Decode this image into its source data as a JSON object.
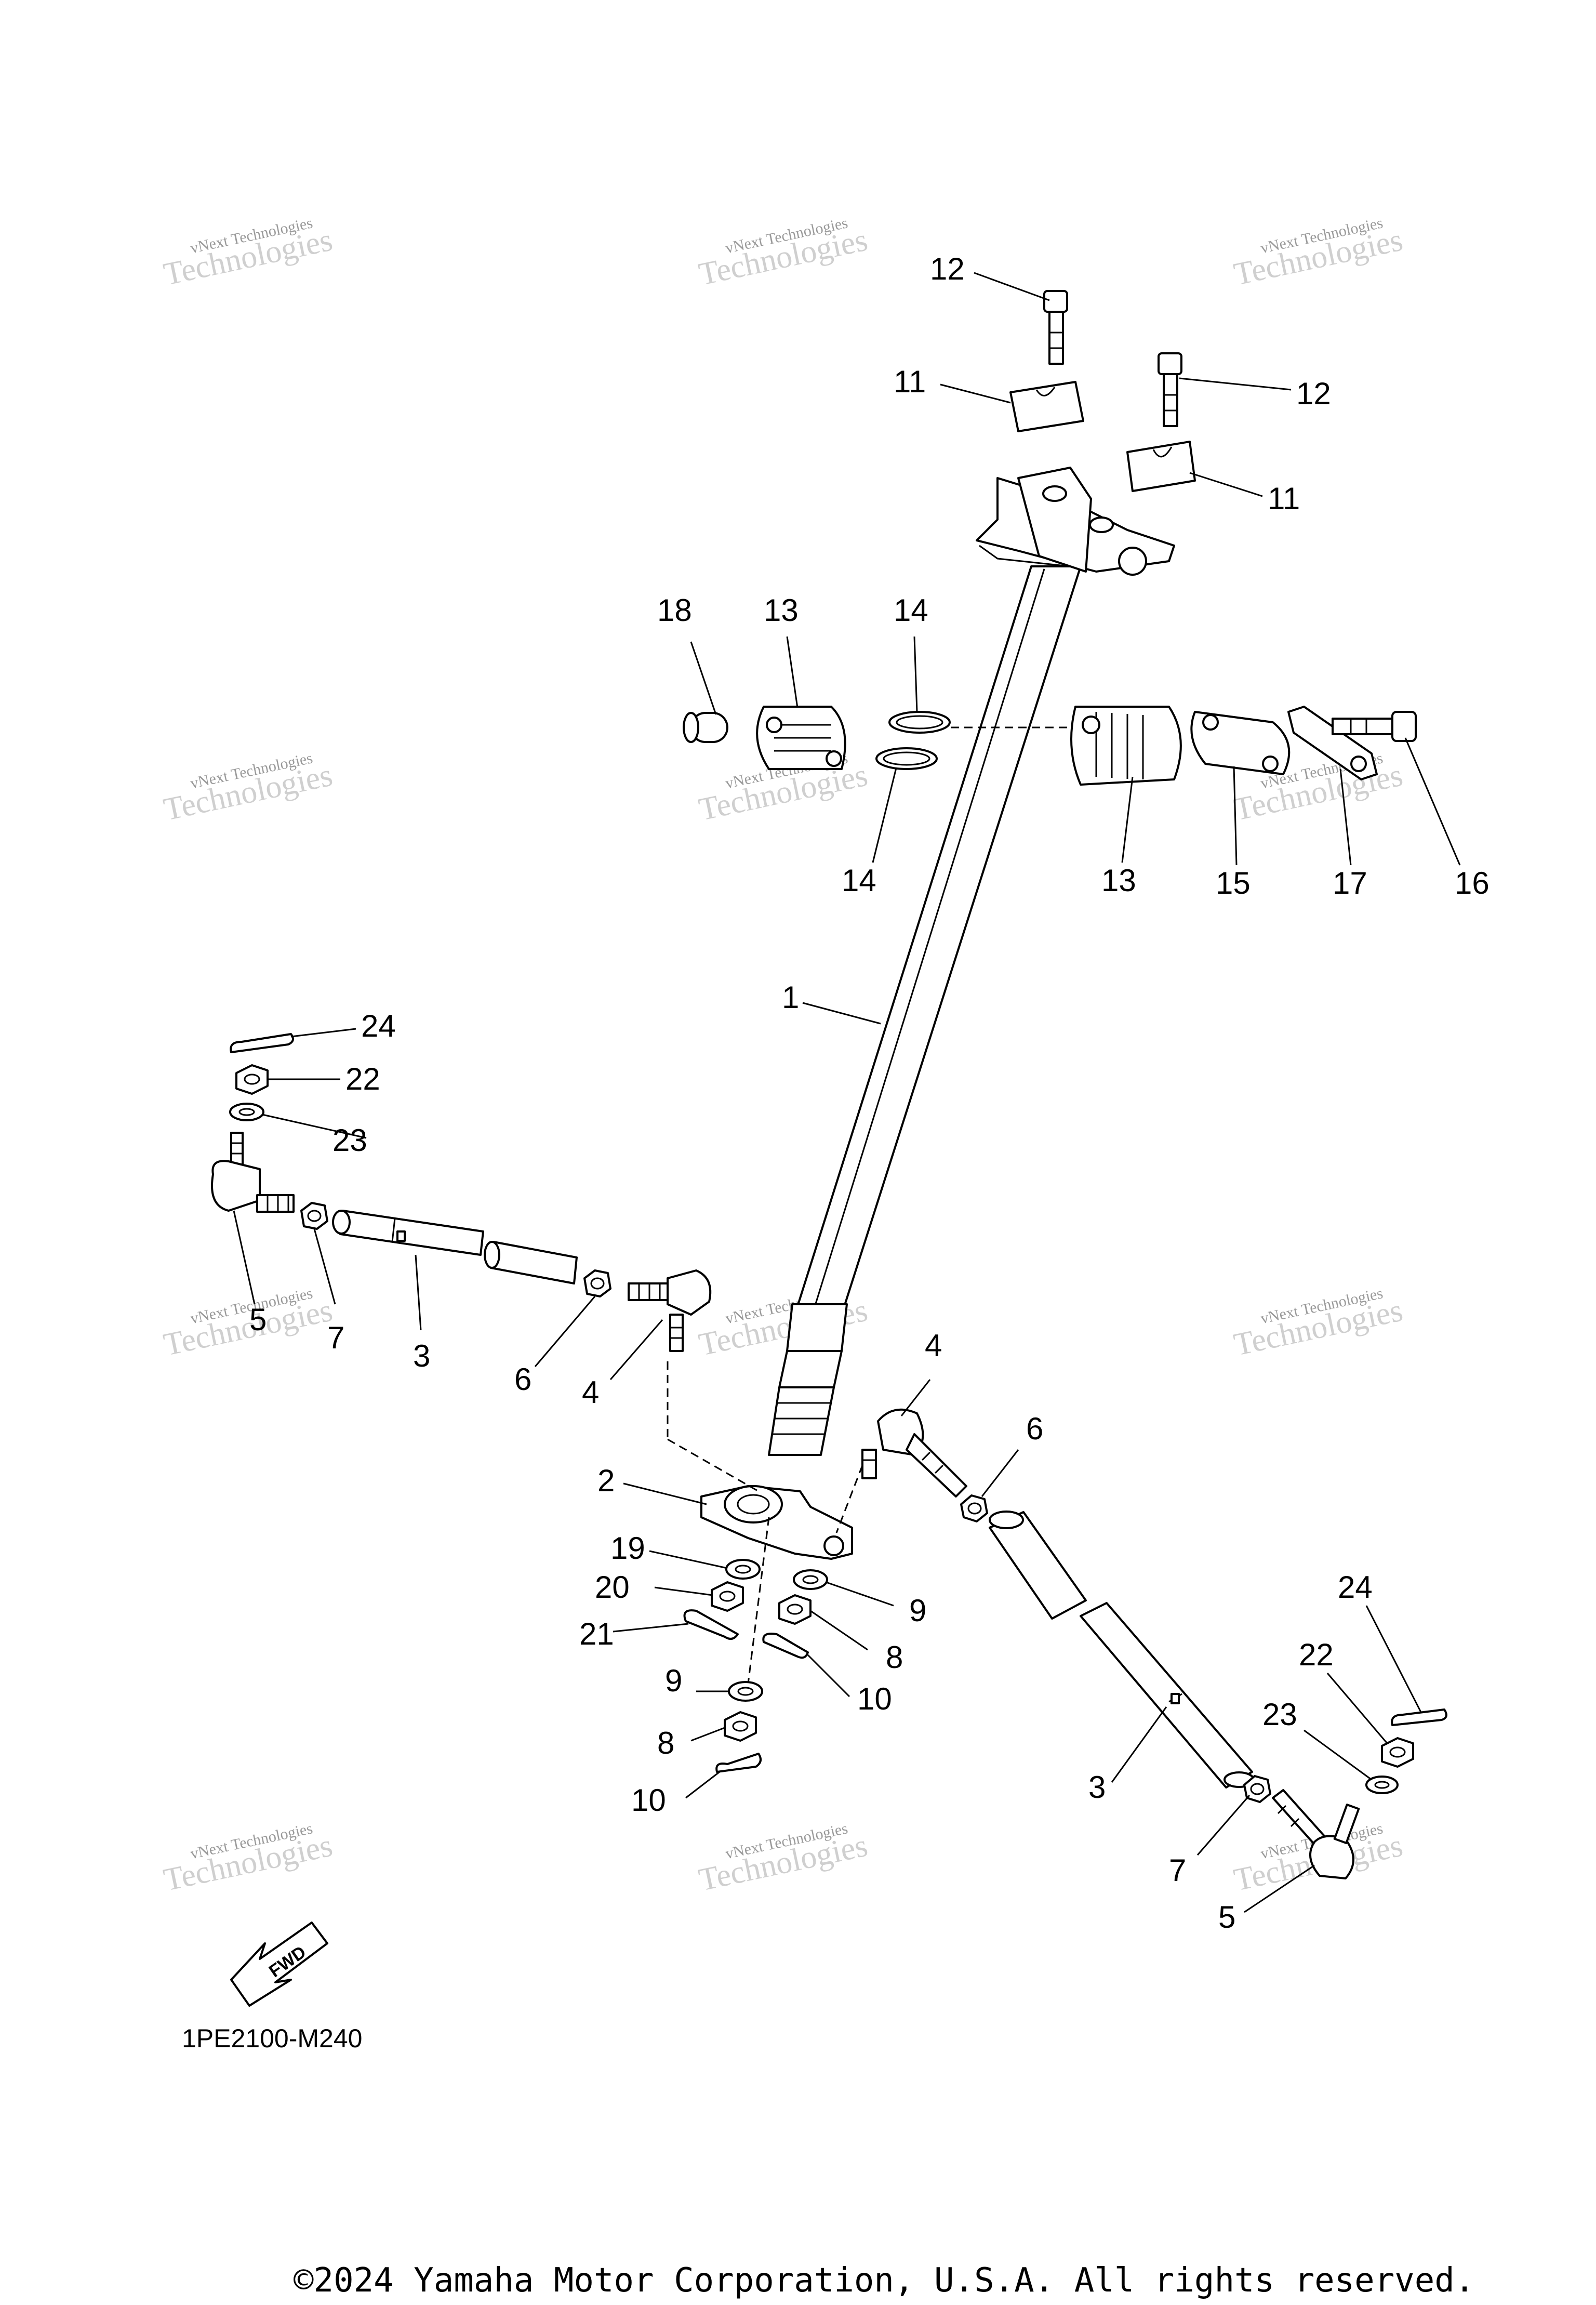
{
  "diagram": {
    "watermark": {
      "line1": "vNext Technologies",
      "line2": "Technologies"
    },
    "callouts": {
      "c1": "1",
      "c2": "2",
      "c3a": "3",
      "c3b": "3",
      "c4a": "4",
      "c4b": "4",
      "c5a": "5",
      "c5b": "5",
      "c6a": "6",
      "c6b": "6",
      "c7a": "7",
      "c7b": "7",
      "c8a": "8",
      "c8b": "8",
      "c9a": "9",
      "c9b": "9",
      "c10a": "10",
      "c10b": "10",
      "c11a": "11",
      "c11b": "11",
      "c12a": "12",
      "c12b": "12",
      "c13a": "13",
      "c13b": "13",
      "c14a": "14",
      "c14b": "14",
      "c15": "15",
      "c16": "16",
      "c17": "17",
      "c18": "18",
      "c19": "19",
      "c20": "20",
      "c21": "21",
      "c22a": "22",
      "c22b": "22",
      "c23a": "23",
      "c23b": "23",
      "c24a": "24",
      "c24b": "24"
    },
    "fwd_label": "FWD",
    "diagram_code": "1PE2100-M240",
    "copyright": "©2024 Yamaha Motor Corporation, U.S.A. All rights reserved."
  }
}
